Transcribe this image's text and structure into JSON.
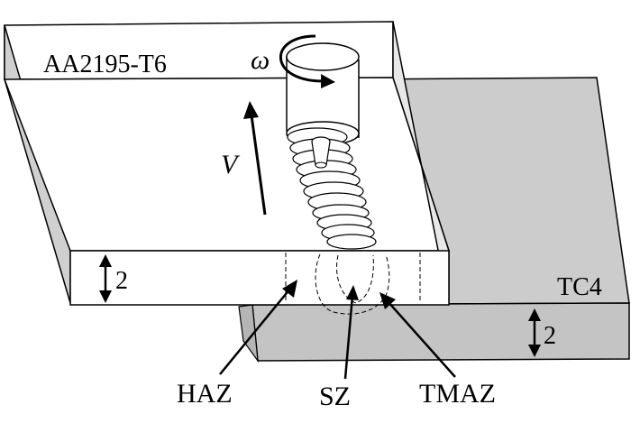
{
  "labels": {
    "top_plate": "AA2195-T6",
    "bottom_plate": "TC4",
    "rotation": "ω",
    "velocity": "V",
    "top_thickness": "2",
    "bottom_thickness": "2",
    "haz": "HAZ",
    "sz": "SZ",
    "tmaz": "TMAZ"
  },
  "colors": {
    "top_plate_fill": "#ffffff",
    "top_plate_side": "#e6e6e6",
    "top_plate_left": "#cfcfcf",
    "bottom_plate_fill": "#cccccc",
    "bottom_plate_side": "#bdbdbd",
    "line": "#000000"
  }
}
